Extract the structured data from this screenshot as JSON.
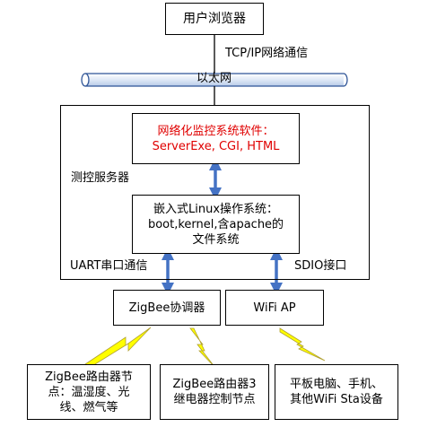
{
  "browser": {
    "label": "用户浏览器"
  },
  "tcp": {
    "label": "TCP/IP网络通信"
  },
  "ethernet": {
    "label": "以太网"
  },
  "server": {
    "label": "测控服务器",
    "software": {
      "line1": "网络化监控系统软件：",
      "line2": "ServerExe, CGI, HTML"
    },
    "os": {
      "line1": "嵌入式Linux操作系统：",
      "line2": "boot,kernel,含apache的",
      "line3": "文件系统"
    }
  },
  "uart": {
    "label": "UART串口通信"
  },
  "sdio": {
    "label": "SDIO接口"
  },
  "zigbee_coordinator": {
    "label": "ZigBee协调器"
  },
  "wifi_ap": {
    "label": "WiFi AP"
  },
  "node_sensor": {
    "line1": "ZigBee路由器节",
    "line2": "点：温湿度、光",
    "line3": "线、燃气等"
  },
  "node_relay": {
    "line1": "ZigBee路由器3",
    "line2": "继电器控制节点"
  },
  "node_devices": {
    "line1": "平板电脑、手机、",
    "line2": "其他WiFi Sta设备"
  },
  "colors": {
    "arrow": "#4472c4",
    "bolt": "#ffff00",
    "highlight": "#e00000"
  }
}
